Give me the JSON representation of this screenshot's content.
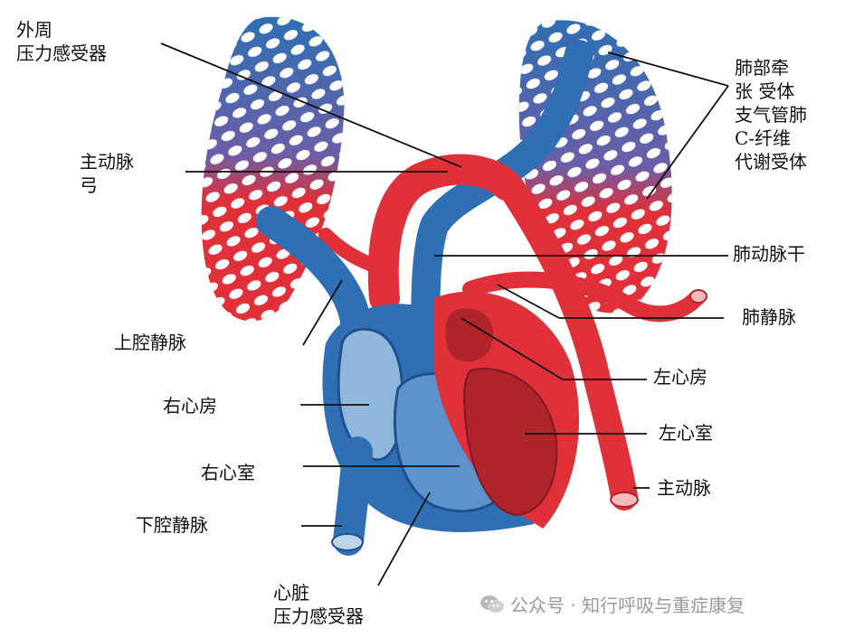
{
  "labels": {
    "peripheral_baroreceptor_1": "外周",
    "peripheral_baroreceptor_2": "压力感受器",
    "aortic_arch_1": "主动脉",
    "aortic_arch_2": "弓",
    "superior_vena_cava": "上腔静脉",
    "right_atrium": "右心房",
    "right_ventricle": "右心室",
    "inferior_vena_cava": "下腔静脉",
    "cardiac_baroreceptor_1": "心脏",
    "cardiac_baroreceptor_2": "压力感受器",
    "lung_receptor_1": "肺部牵",
    "lung_receptor_2": "张 受体",
    "lung_receptor_3": "支气管肺",
    "lung_receptor_4": "C-纤维",
    "lung_receptor_5": "代谢受体",
    "pulmonary_trunk": "肺动脉干",
    "pulmonary_vein": "肺静脉",
    "left_atrium": "左心房",
    "left_ventricle": "左心室",
    "aorta": "主动脉"
  },
  "watermark": {
    "text": "公众号 · 知行呼吸与重症康复",
    "icon": "wechat-icon"
  },
  "colors": {
    "vein_blue": "#2f6fb3",
    "artery_red": "#e0303a",
    "heart_light_blue": "#8fb6dc",
    "heart_dark_red": "#b0242c"
  }
}
